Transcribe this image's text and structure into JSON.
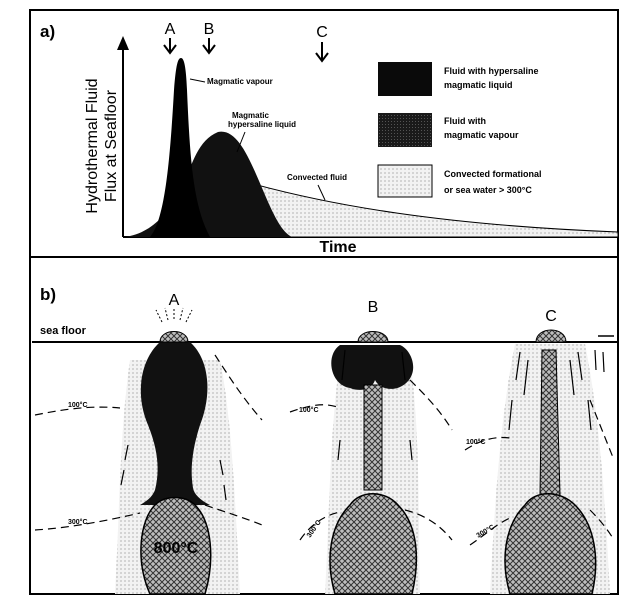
{
  "panel_a": {
    "label": "a)",
    "ylabel_line1": "Hydrothermal Fluid",
    "ylabel_line2": "Flux at Seafloor",
    "xlabel": "Time",
    "markers": [
      "A",
      "B",
      "C"
    ],
    "annotations": {
      "vapour": "Magmatic  vapour",
      "liquid_line1": "Magmatic",
      "liquid_line2": "hypersaline  liquid",
      "convected": "Convected  fluid"
    },
    "legend": [
      {
        "line1": "Fluid with hypersaline",
        "line2": "magmatic liquid",
        "fill": "#0a0a0a"
      },
      {
        "line1": "Fluid with",
        "line2": "magmatic vapour",
        "fill": "#2a2a2a"
      },
      {
        "line1": "Convected   formational",
        "line2": "or sea water > 300°C",
        "fill": "#e8e8e8"
      }
    ]
  },
  "panel_b": {
    "label": "b)",
    "sea_floor": "sea  floor",
    "stages": [
      "A",
      "B",
      "C"
    ],
    "iso_100": "100°C",
    "iso_300": "300°C",
    "magma_temp": "800°C"
  }
}
